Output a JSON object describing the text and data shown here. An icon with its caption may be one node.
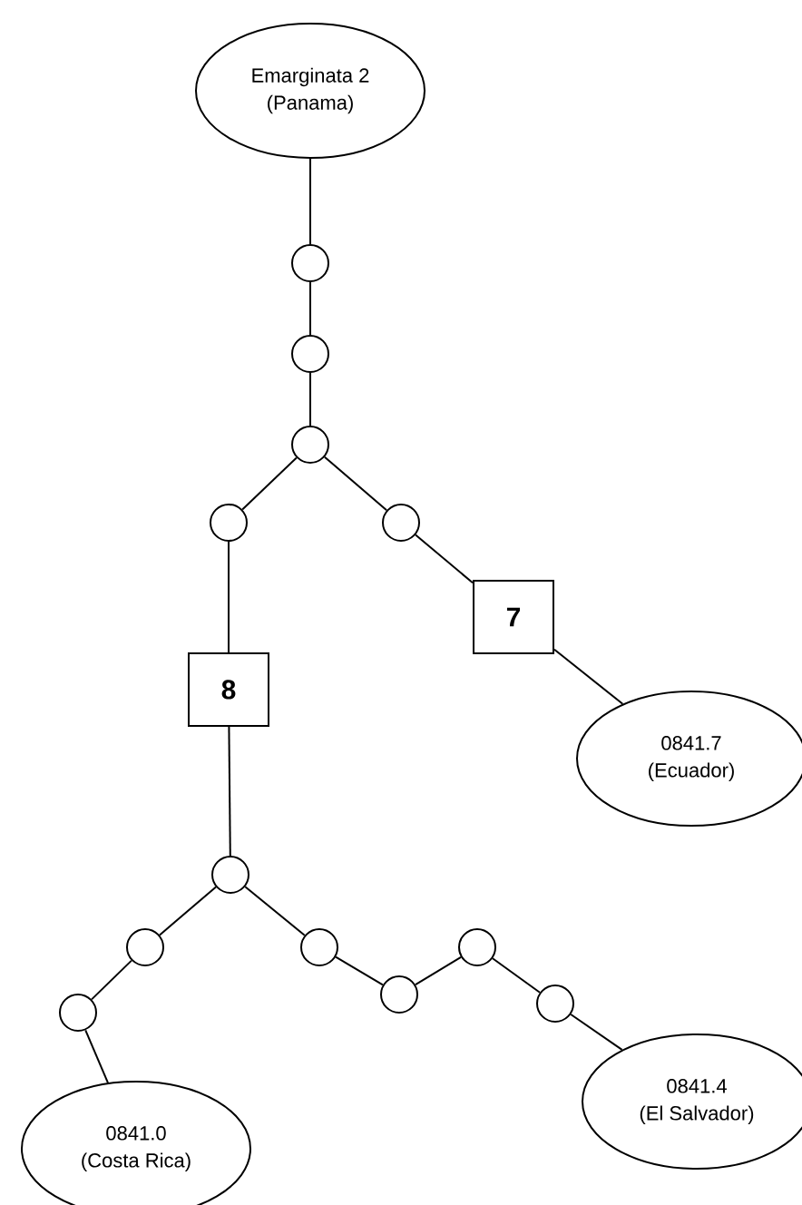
{
  "diagram": {
    "nodes": [
      {
        "text": [
          "Emarginata 2",
          "(Panama)"
        ]
      },
      {
        "text": [],
        "shape": "circle"
      },
      {
        "text": [],
        "shape": "circle"
      },
      {
        "text": [],
        "shape": "circle"
      },
      {
        "text": [],
        "shape": "circle"
      },
      {
        "text": [],
        "shape": "circle"
      },
      {
        "text": [
          "7"
        ]
      },
      {
        "text": [
          "8"
        ]
      },
      {
        "text": [
          "0841.7",
          "(Ecuador)"
        ]
      },
      {
        "text": [],
        "shape": "circle"
      },
      {
        "text": [],
        "shape": "circle"
      },
      {
        "text": [],
        "shape": "circle"
      },
      {
        "text": [],
        "shape": "circle"
      },
      {
        "text": [],
        "shape": "circle"
      },
      {
        "text": [],
        "shape": "circle"
      },
      {
        "text": [],
        "shape": "circle"
      },
      {
        "text": [
          "0841.4",
          "(El Salvador)"
        ]
      },
      {
        "text": [
          "0841.0",
          "(Costa Rica)"
        ]
      }
    ],
    "edges": [
      {
        "from": 0,
        "to": 1,
        "arrow": "none"
      },
      {
        "from": 1,
        "to": 2,
        "arrow": "none"
      },
      {
        "from": 2,
        "to": 3,
        "arrow": "none"
      },
      {
        "from": 3,
        "to": 4,
        "arrow": "none"
      },
      {
        "from": 3,
        "to": 5,
        "arrow": "none"
      },
      {
        "from": 5,
        "to": 6,
        "arrow": "none"
      },
      {
        "from": 6,
        "to": 8,
        "arrow": "none"
      },
      {
        "from": 4,
        "to": 7,
        "arrow": "none"
      },
      {
        "from": 7,
        "to": 9,
        "arrow": "none"
      },
      {
        "from": 9,
        "to": 10,
        "arrow": "none"
      },
      {
        "from": 10,
        "to": 15,
        "arrow": "none"
      },
      {
        "from": 15,
        "to": 17,
        "arrow": "none"
      },
      {
        "from": 9,
        "to": 11,
        "arrow": "none"
      },
      {
        "from": 11,
        "to": 13,
        "arrow": "none"
      },
      {
        "from": 13,
        "to": 12,
        "arrow": "none"
      },
      {
        "from": 12,
        "to": 14,
        "arrow": "none"
      },
      {
        "from": 14,
        "to": 16,
        "arrow": "none"
      }
    ]
  }
}
